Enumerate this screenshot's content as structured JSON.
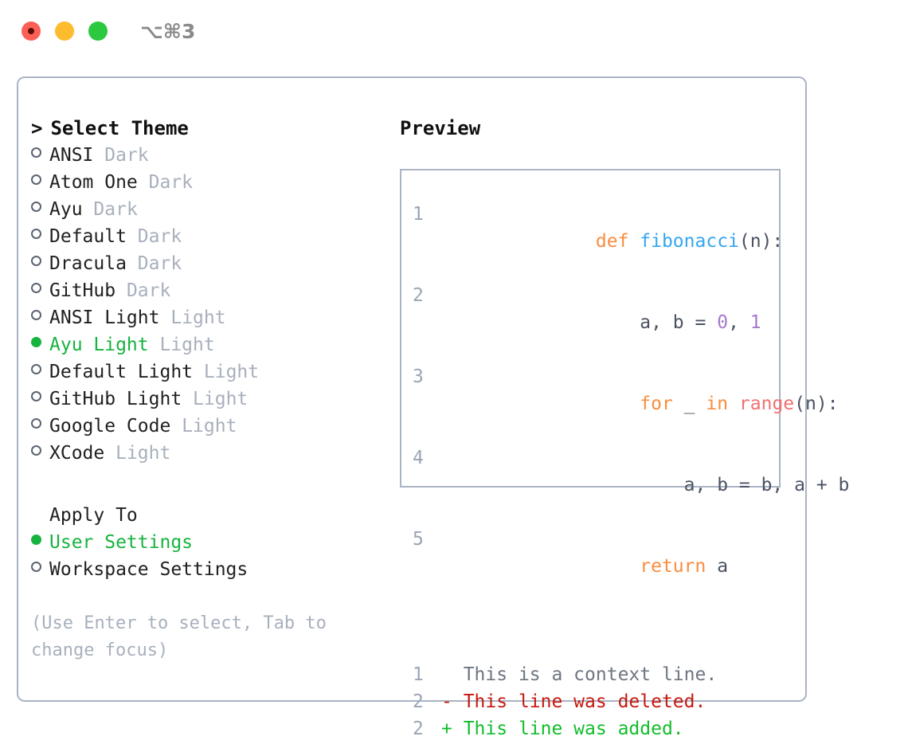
{
  "titlebar": {
    "shortcut": "⌥⌘3",
    "lights": [
      "close-red",
      "minimize-yellow",
      "maximize-green"
    ]
  },
  "dialog": {
    "theme_picker": {
      "header_caret": ">",
      "header_label": "Select Theme",
      "markers": {
        "selected": "●",
        "unselected": "○"
      },
      "items": [
        {
          "name": "ANSI",
          "kind": "Dark",
          "selected": false
        },
        {
          "name": "Atom One",
          "kind": "Dark",
          "selected": false
        },
        {
          "name": "Ayu",
          "kind": "Dark",
          "selected": false
        },
        {
          "name": "Default",
          "kind": "Dark",
          "selected": false
        },
        {
          "name": "Dracula",
          "kind": "Dark",
          "selected": false
        },
        {
          "name": "GitHub",
          "kind": "Dark",
          "selected": false
        },
        {
          "name": "ANSI Light",
          "kind": "Light",
          "selected": false
        },
        {
          "name": "Ayu Light",
          "kind": "Light",
          "selected": true
        },
        {
          "name": "Default Light",
          "kind": "Light",
          "selected": false
        },
        {
          "name": "GitHub Light",
          "kind": "Light",
          "selected": false
        },
        {
          "name": "Google Code",
          "kind": "Light",
          "selected": false
        },
        {
          "name": "XCode",
          "kind": "Light",
          "selected": false
        }
      ]
    },
    "apply_to": {
      "label": "Apply To",
      "options": [
        {
          "name": "User Settings",
          "selected": true
        },
        {
          "name": "Workspace Settings",
          "selected": false
        }
      ]
    },
    "hint": "(Use Enter to select, Tab to change focus)",
    "preview": {
      "title": "Preview",
      "code_lines": [
        {
          "no": "1",
          "tokens": [
            {
              "t": "def ",
              "c": "kw"
            },
            {
              "t": "fibonacci",
              "c": "fn"
            },
            {
              "t": "(n):",
              "c": "plain"
            }
          ]
        },
        {
          "no": "2",
          "tokens": [
            {
              "t": "    a, b = ",
              "c": "plain"
            },
            {
              "t": "0",
              "c": "num"
            },
            {
              "t": ", ",
              "c": "plain"
            },
            {
              "t": "1",
              "c": "num"
            }
          ]
        },
        {
          "no": "3",
          "tokens": [
            {
              "t": "    ",
              "c": "plain"
            },
            {
              "t": "for",
              "c": "kw"
            },
            {
              "t": " _ ",
              "c": "plain"
            },
            {
              "t": "in",
              "c": "kw"
            },
            {
              "t": " ",
              "c": "plain"
            },
            {
              "t": "range",
              "c": "call"
            },
            {
              "t": "(n):",
              "c": "plain"
            }
          ]
        },
        {
          "no": "4",
          "tokens": [
            {
              "t": "        a, b = b, a + b",
              "c": "plain"
            }
          ]
        },
        {
          "no": "5",
          "tokens": [
            {
              "t": "    ",
              "c": "plain"
            },
            {
              "t": "return",
              "c": "kw"
            },
            {
              "t": " a",
              "c": "plain"
            }
          ]
        }
      ],
      "diff_lines": [
        {
          "no": "1",
          "sign": " ",
          "text": " This is a context line.",
          "kind": "ctx"
        },
        {
          "no": "2",
          "sign": "-",
          "text": " This line was deleted.",
          "kind": "del"
        },
        {
          "no": "2",
          "sign": "+",
          "text": " This line was added.",
          "kind": "add"
        }
      ]
    }
  },
  "colors": {
    "accent_green": "#16b33f",
    "border": "#aab4c4",
    "muted": "#a8b0bd",
    "keyword": "#fa8d3e",
    "function": "#35a6f0",
    "number": "#a37acc",
    "call": "#f07171",
    "diff_del": "#c6180f",
    "diff_add": "#13bd2b",
    "lineno": "#9aa5b5"
  }
}
